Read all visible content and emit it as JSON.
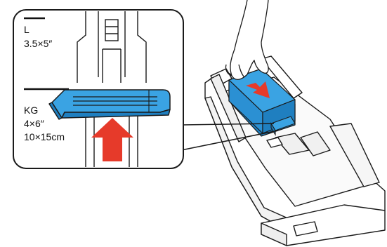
{
  "callout": {
    "size_l": {
      "name": "L",
      "dimensions": "3.5×5″"
    },
    "size_kg": {
      "name": "KG",
      "dimensions_in": "4×6″",
      "dimensions_cm": "10×15cm"
    }
  },
  "colors": {
    "paper_blue": "#3aa3e3",
    "paper_blue_dark": "#1f7fc0",
    "arrow_red": "#e63a2a",
    "outline": "#1a1a1a",
    "background": "#ffffff"
  },
  "icons": {
    "up_arrow": "arrow-up-icon",
    "down_arrow": "arrow-down-icon"
  }
}
